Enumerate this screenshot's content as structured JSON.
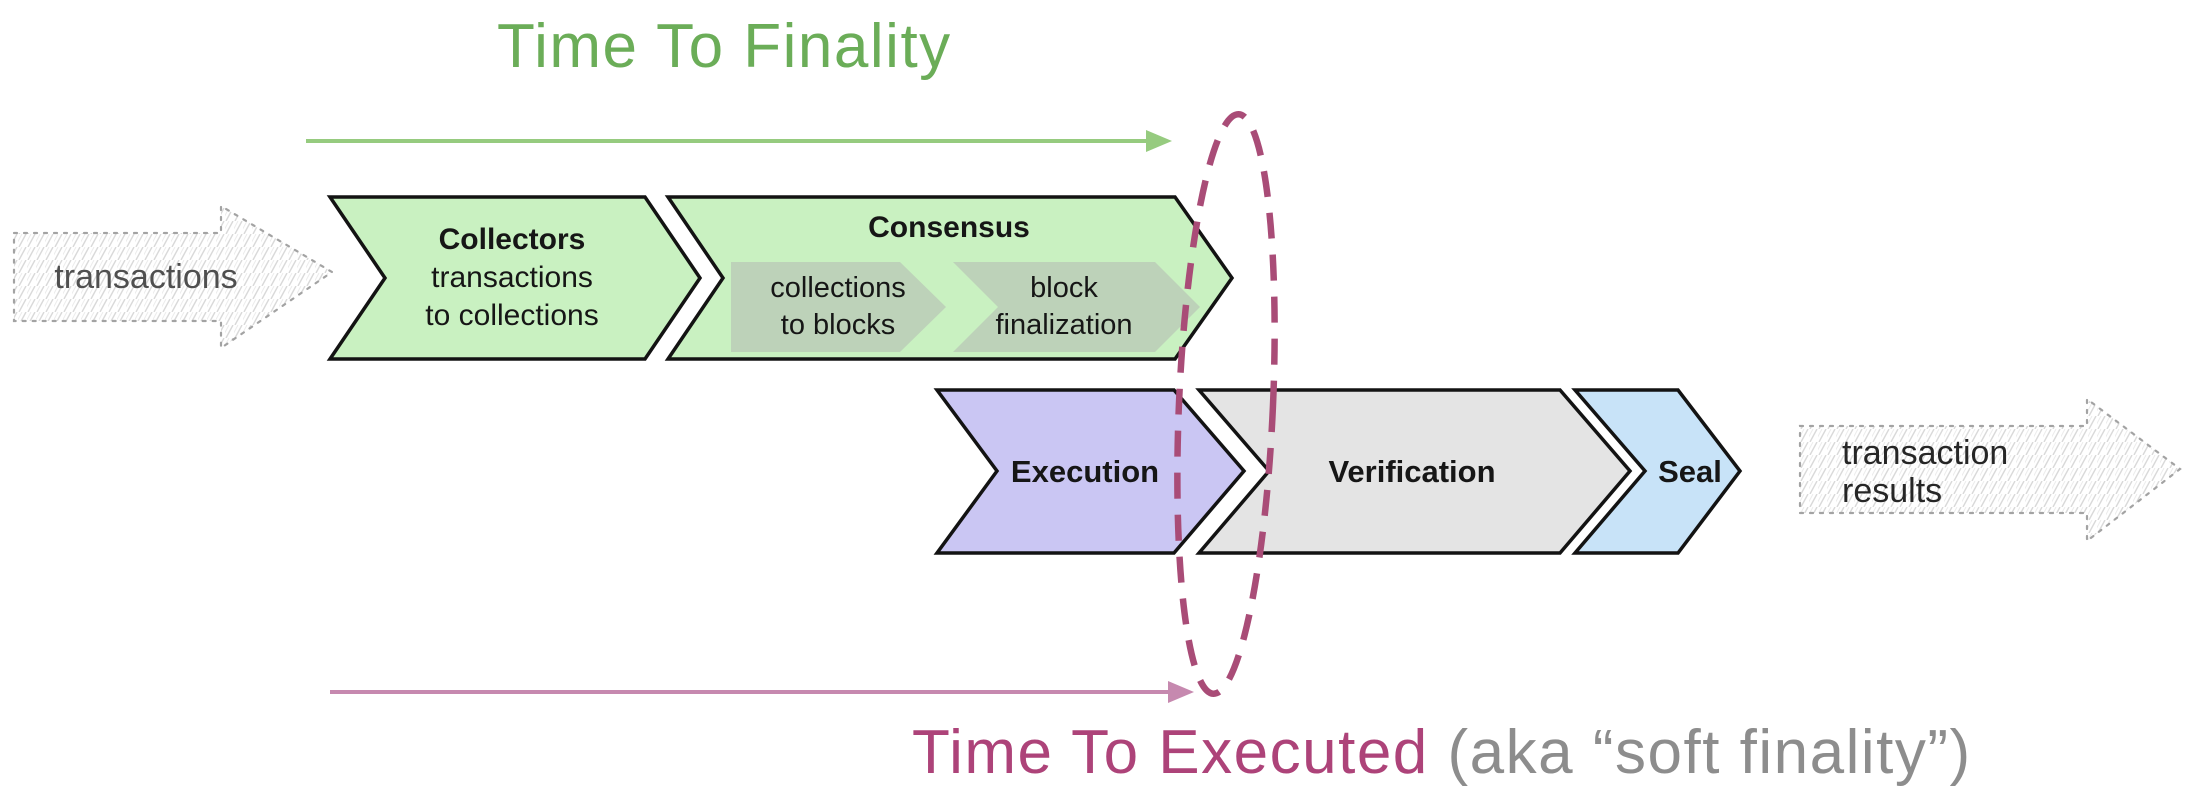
{
  "title": "Time To Finality",
  "caption": {
    "pink": "Time To Executed",
    "gray": "(aka “soft finality”)"
  },
  "input_arrow": {
    "label": "transactions"
  },
  "output_arrow": {
    "line1": "transaction",
    "line2": "results"
  },
  "stages": {
    "collectors": {
      "name": "Collectors",
      "desc1": "transactions",
      "desc2": "to collections"
    },
    "consensus": {
      "name": "Consensus",
      "substages": [
        {
          "line1": "collections",
          "line2": "to blocks"
        },
        {
          "line1": "block",
          "line2": "finalization"
        }
      ]
    },
    "execution": {
      "name": "Execution"
    },
    "verification": {
      "name": "Verification"
    },
    "seal": {
      "name": "Seal"
    }
  },
  "colors": {
    "title_green": "#6bad58",
    "arrow_green": "#96cb7f",
    "chevron_green": "#c9f1c1",
    "subchevron_green_gray": "#bdd2b9",
    "chevron_purple": "#cac6f3",
    "chevron_gray": "#e4e4e4",
    "chevron_blue": "#c8e3f8",
    "chevron_outline": "#131313",
    "ellipse_maroon": "#a94c77",
    "caption_pink": "#ad4379",
    "arrow_pink": "#c689af",
    "caption_gray": "#8d8d8d",
    "sketch_outline": "#a3a3a3"
  }
}
